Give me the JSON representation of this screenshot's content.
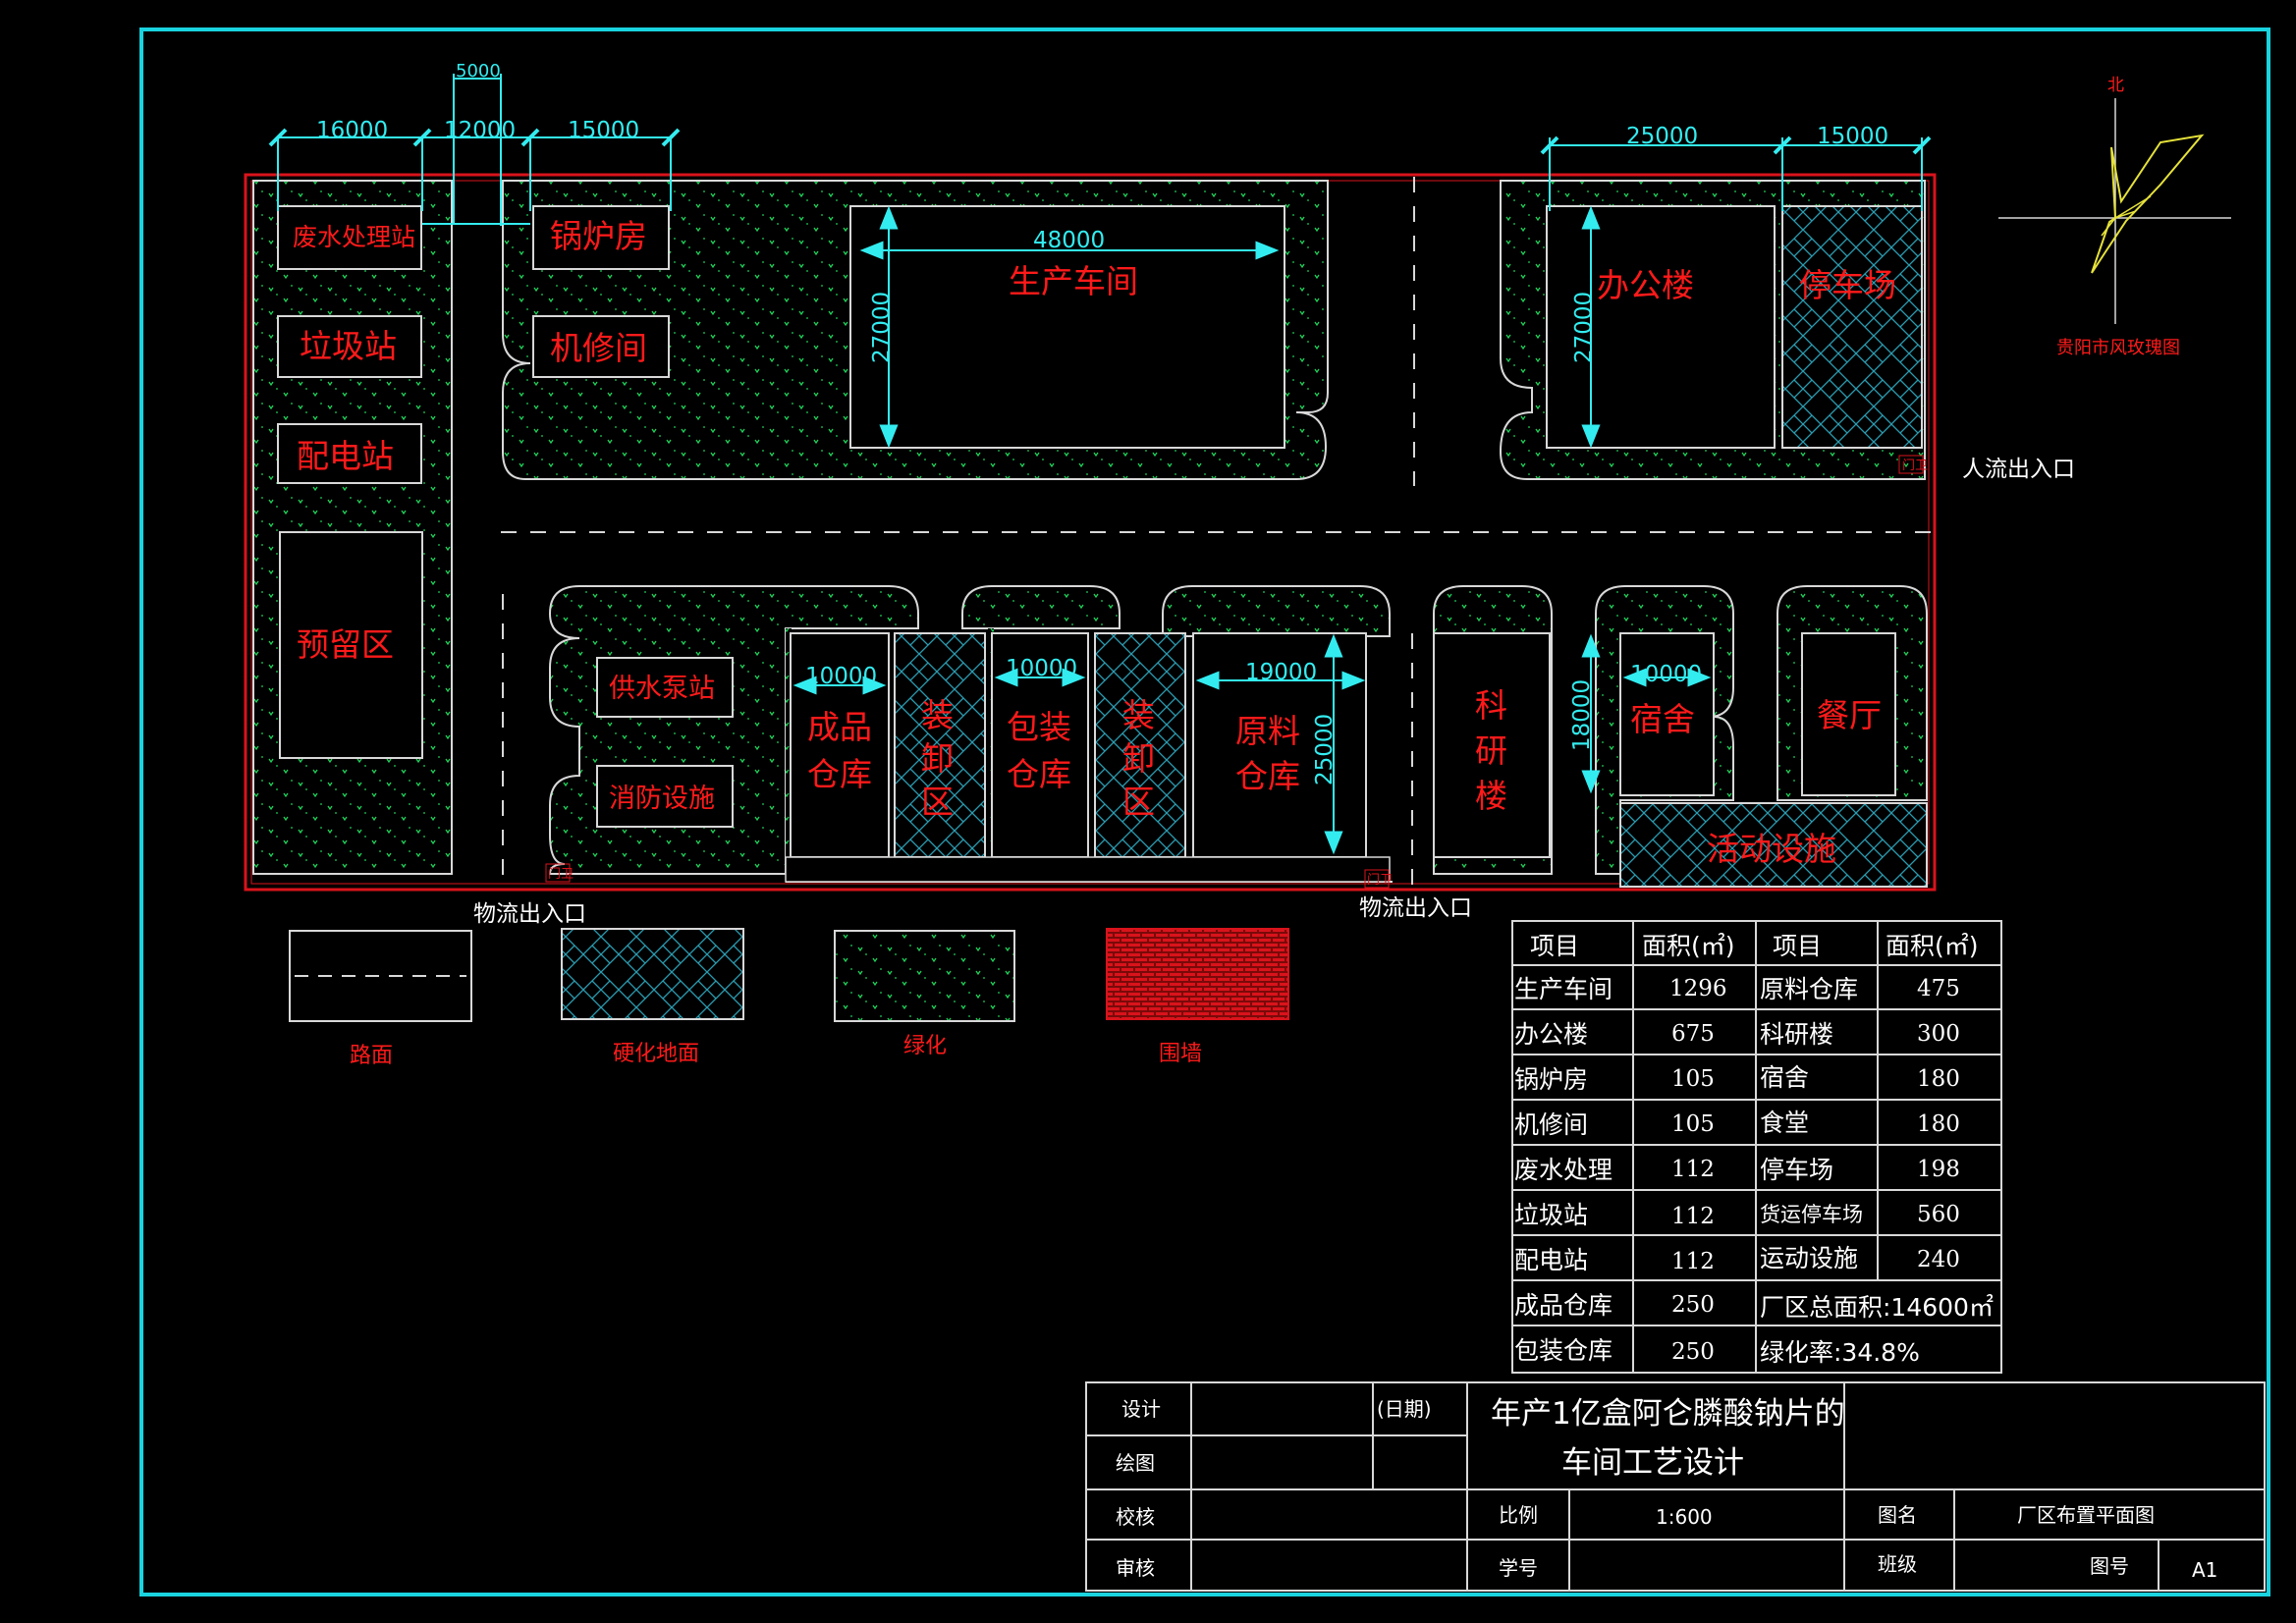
{
  "dims": {
    "top": [
      "5000",
      "16000",
      "12000",
      "15000",
      "25000",
      "15000"
    ],
    "production_w": "48000",
    "production_h": "27000",
    "office_h": "27000",
    "finished_w": "10000",
    "packaging_w": "10000",
    "raw_w": "19000",
    "raw_h": "25000",
    "dorm_w": "10000",
    "dorm_h": "18000"
  },
  "buildings": {
    "wastewater": "废水处理站",
    "boiler": "锅炉房",
    "garbage": "垃圾站",
    "repair": "机修间",
    "power": "配电站",
    "production": "生产车间",
    "office": "办公楼",
    "parking": "停车场",
    "reserved": "预留区",
    "water_pump": "供水泵站",
    "fire": "消防设施",
    "finished_1": "成品",
    "finished_2": "仓库",
    "loading": [
      "装",
      "卸",
      "区"
    ],
    "packaging_1": "包装",
    "packaging_2": "仓库",
    "raw_1": "原料",
    "raw_2": "仓库",
    "research": [
      "科",
      "研",
      "楼"
    ],
    "dorm": "宿舍",
    "canteen": "餐厅",
    "activity": "活动设施"
  },
  "gate_mark": "门卫",
  "entrances": {
    "people": "人流出入口",
    "logistics_1": "物流出入口",
    "logistics_2": "物流出入口"
  },
  "compass": {
    "north": "北",
    "caption": "贵阳市风玫瑰图"
  },
  "legend": [
    {
      "label": "路面"
    },
    {
      "label": "硬化地面"
    },
    {
      "label": "绿化"
    },
    {
      "label": "围墙"
    }
  ],
  "area_table": {
    "headers": [
      "项目",
      "面积(㎡)",
      "项目",
      "面积(㎡)"
    ],
    "rows": [
      [
        "生产车间",
        "1296",
        "原料仓库",
        "475"
      ],
      [
        "办公楼",
        "675",
        "科研楼",
        "300"
      ],
      [
        "锅炉房",
        "105",
        "宿舍",
        "180"
      ],
      [
        "机修间",
        "105",
        "食堂",
        "180"
      ],
      [
        "废水处理",
        "112",
        "停车场",
        "198"
      ],
      [
        "垃圾站",
        "112",
        "货运停车场",
        "560"
      ],
      [
        "配电站",
        "112",
        "运动设施",
        "240"
      ]
    ],
    "tail_rows": [
      [
        "成品仓库",
        "250",
        "厂区总面积:14600㎡"
      ],
      [
        "包装仓库",
        "250",
        "绿化率:34.8%"
      ]
    ]
  },
  "title_block": {
    "design": "设计",
    "date": "(日期)",
    "drawing": "绘图",
    "check": "校核",
    "review": "审核",
    "title_line1": "年产1亿盒阿仑膦酸钠片的",
    "title_line2": "车间工艺设计",
    "scale_label": "比例",
    "scale_value": "1:600",
    "name_label": "图名",
    "name_value": "厂区布置平面图",
    "student_label": "学号",
    "class_label": "班级",
    "number_label": "图号",
    "number_value": "A1"
  },
  "colors": {
    "frame": "#19d3df",
    "wall": "#d9131b",
    "label": "#ff1a1a",
    "dim": "#33ecf0",
    "grass_dot": "#1fd35a",
    "hatch": "#2a9bb0",
    "line": "#d8d8d8",
    "compass": "#e6e23a"
  }
}
